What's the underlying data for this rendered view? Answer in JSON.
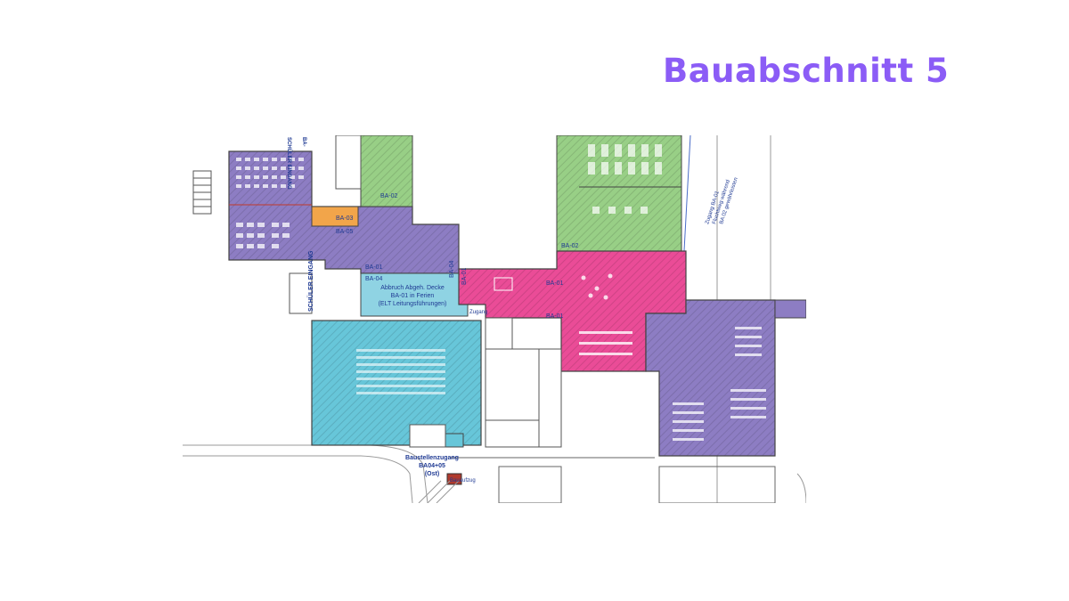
{
  "title": "Bauabschnitt 5",
  "colors": {
    "title": "#8b5cf6",
    "section_purple": "#8d7dc3",
    "section_green": "#98cf86",
    "section_orange": "#f2a54a",
    "section_cyan": "#67c6d9",
    "section_cyan_light": "#8fd3e3",
    "section_pink": "#ea4c97",
    "label_blue": "#1f3a93",
    "wall": "#444444"
  },
  "labels": {
    "schueler_eingang_top": "SCHÜLER EINGANG",
    "ba_purple_top": "BA-",
    "ba_02": "BA-02",
    "ba_03": "BA-03",
    "ba_05": "BA-05",
    "ba_04_a": "BA-04",
    "ba_04_b": "BA-04",
    "ba_02b": "BA-02",
    "ba_01a": "BA-01",
    "ba_01b": "BA-01",
    "ba_01c": "BA-01",
    "ba_01d": "BA-01",
    "schueler_eingang_side": "SCHÜLER EINGANG",
    "abbruch_1": "Abbruch Abgeh. Decke",
    "abbruch_2": "BA-01 in Ferien",
    "abbruch_3": "(ELT Leitungsführungen)",
    "zugang_1": "Zugang BA-01",
    "zugang_2": "Fluchtweg während",
    "zugang_3": "BA 02 gewährleisten",
    "zugang_short": "Zugang",
    "bausteg_1": "Baustellenzugang",
    "bausteg_2": "BA04+05",
    "bausteg_3": "(Ost)",
    "aufzug": "Bauaufzug"
  }
}
